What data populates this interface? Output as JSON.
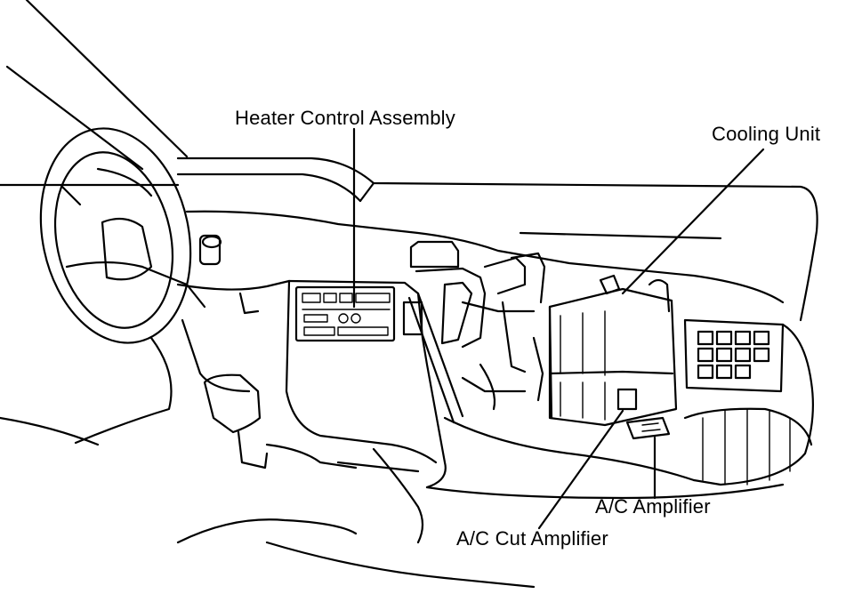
{
  "labels": {
    "heater_control": "Heater Control Assembly",
    "cooling_unit": "Cooling Unit",
    "ac_amplifier": "A/C Amplifier",
    "ac_cut_amplifier": "A/C Cut Amplifier"
  }
}
